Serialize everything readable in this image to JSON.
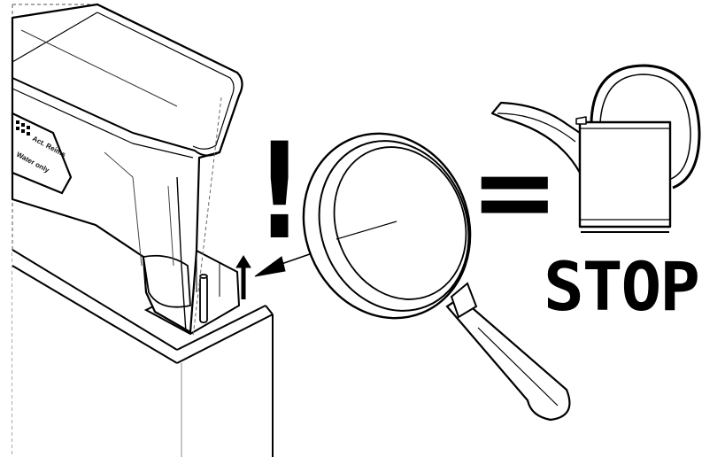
{
  "illustration": {
    "reservoir_label": {
      "line1": "Act. Reims",
      "line2": "Water only"
    },
    "warning_symbol": "!",
    "equals_symbol": "=",
    "stop_text": "STOP",
    "icons": [
      "water-reservoir",
      "float-indicator",
      "magnifying-glass",
      "watering-can"
    ],
    "colors": {
      "ink": "#000000",
      "background": "#ffffff"
    }
  }
}
